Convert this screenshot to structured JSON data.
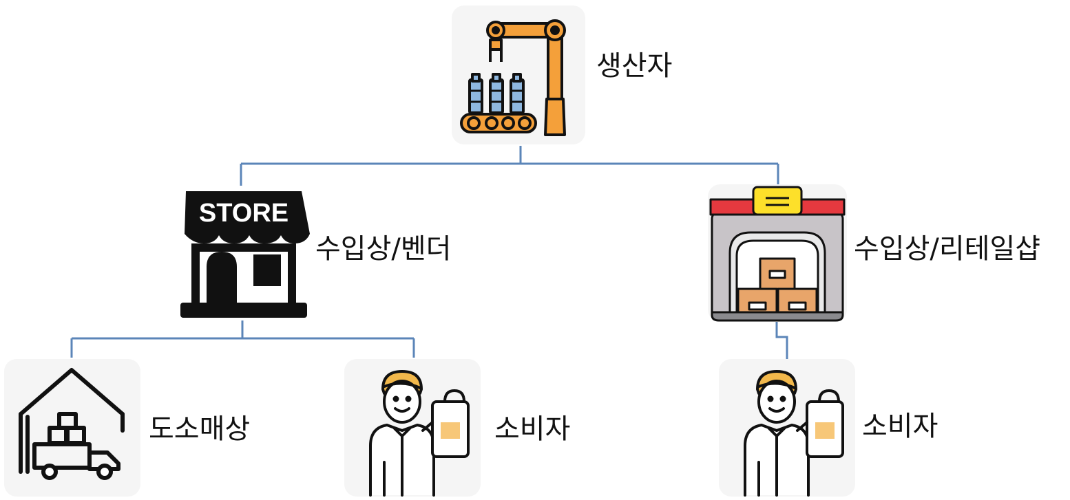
{
  "colors": {
    "connector": "#5b85b8",
    "robot_orange": "#f4a03a",
    "outline": "#111111",
    "bottle_blue": "#8fb8e0",
    "roof_red": "#e5393f",
    "sign_yellow": "#fde02a",
    "box_tan": "#e8a56a",
    "hair": "#f2b84b",
    "bag_fill": "#f7c778",
    "building_gray": "#c8c4c8"
  },
  "nodes": {
    "producer": {
      "label": "생산자",
      "icon": "robot-arm-icon"
    },
    "vendor": {
      "label": "수입상/벤더",
      "icon": "store-icon"
    },
    "retail": {
      "label": "수입상/리테일샵",
      "icon": "warehouse-icon"
    },
    "wholesaler": {
      "label": "도소매상",
      "icon": "delivery-truck-warehouse-icon"
    },
    "consumer1": {
      "label": "소비자",
      "icon": "shopper-icon"
    },
    "consumer2": {
      "label": "소비자",
      "icon": "shopper-icon"
    }
  },
  "store_sign": "STORE"
}
